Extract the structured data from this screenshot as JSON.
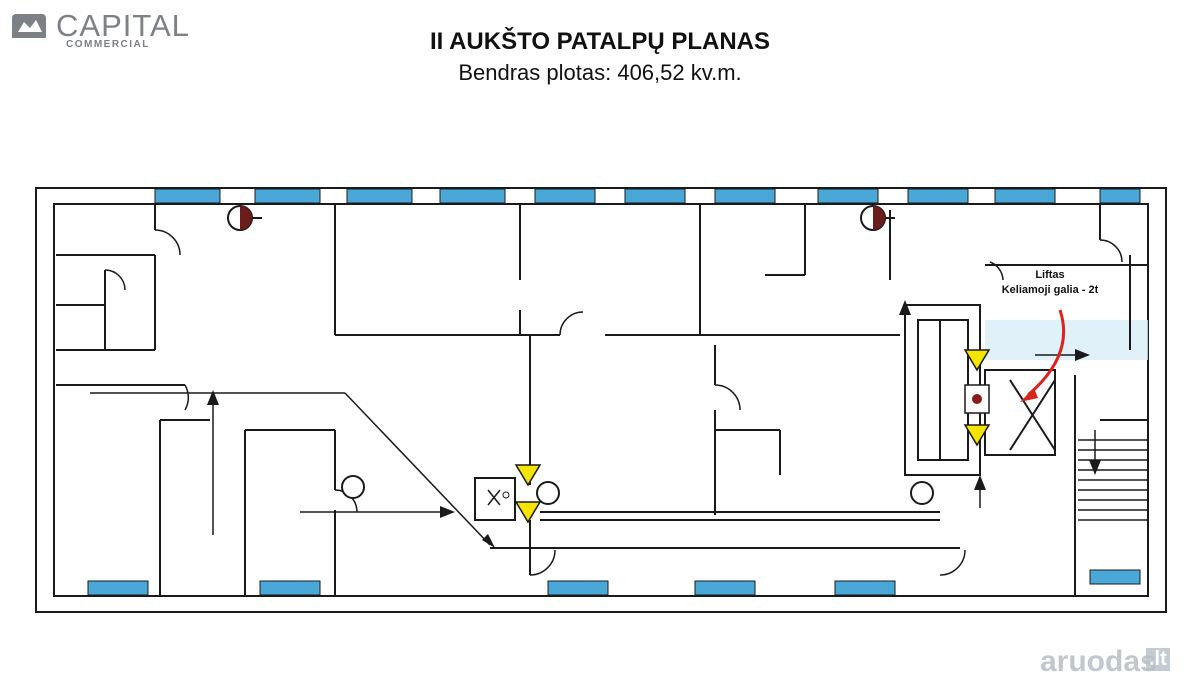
{
  "logo": {
    "brand": "CAPITAL",
    "sub": "COMMERCIAL",
    "icon": "building-logo-icon"
  },
  "header": {
    "title": "II AUKŠTO PATALPŲ PLANAS",
    "subtitle": "Bendras plotas: 406,52 kv.m."
  },
  "lift": {
    "line1": "Liftas",
    "line2": "Keliamoji galia - 2t"
  },
  "watermark": {
    "name": "aruodas",
    "tld": ".lt"
  },
  "colors": {
    "window": "#4aa8d8",
    "wall": "#1a1a1a",
    "hazard": "#f5e400",
    "arrow": "#d9251c",
    "lift_shaft": "#d8eef7"
  }
}
